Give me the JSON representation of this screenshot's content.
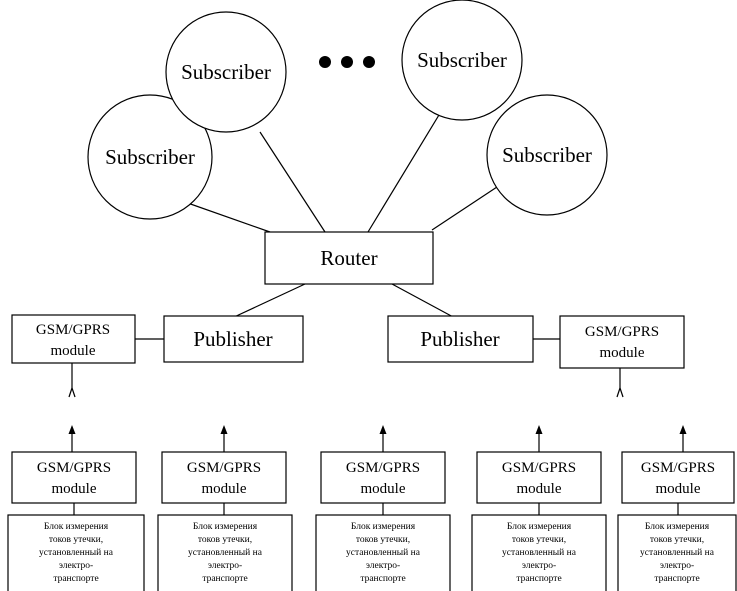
{
  "subscribers": [
    {
      "label": "Subscriber"
    },
    {
      "label": "Subscriber"
    },
    {
      "label": "Subscriber"
    },
    {
      "label": "Subscriber"
    }
  ],
  "router": {
    "label": "Router"
  },
  "publishers": [
    {
      "label": "Publisher",
      "module": [
        "GSM/GPRS",
        "module"
      ]
    },
    {
      "label": "Publisher",
      "module": [
        "GSM/GPRS",
        "module"
      ]
    }
  ],
  "units": [
    {
      "module": [
        "GSM/GPRS",
        "module"
      ],
      "block": [
        "Блок измерения",
        "токов утечки,",
        "установленный на",
        "электро-",
        "транспорте"
      ]
    },
    {
      "module": [
        "GSM/GPRS",
        "module"
      ],
      "block": [
        "Блок измерения",
        "токов утечки,",
        "установленный на",
        "электро-",
        "транспорте"
      ]
    },
    {
      "module": [
        "GSM/GPRS",
        "module"
      ],
      "block": [
        "Блок измерения",
        "токов утечки,",
        "установленный на",
        "электро-",
        "транспорте"
      ]
    },
    {
      "module": [
        "GSM/GPRS",
        "module"
      ],
      "block": [
        "Блок измерения",
        "токов утечки,",
        "установленный на",
        "электро-",
        "транспорте"
      ]
    },
    {
      "module": [
        "GSM/GPRS",
        "module"
      ],
      "block": [
        "Блок измерения",
        "токов утечки,",
        "установленный на",
        "электро-",
        "транспорте"
      ]
    }
  ]
}
